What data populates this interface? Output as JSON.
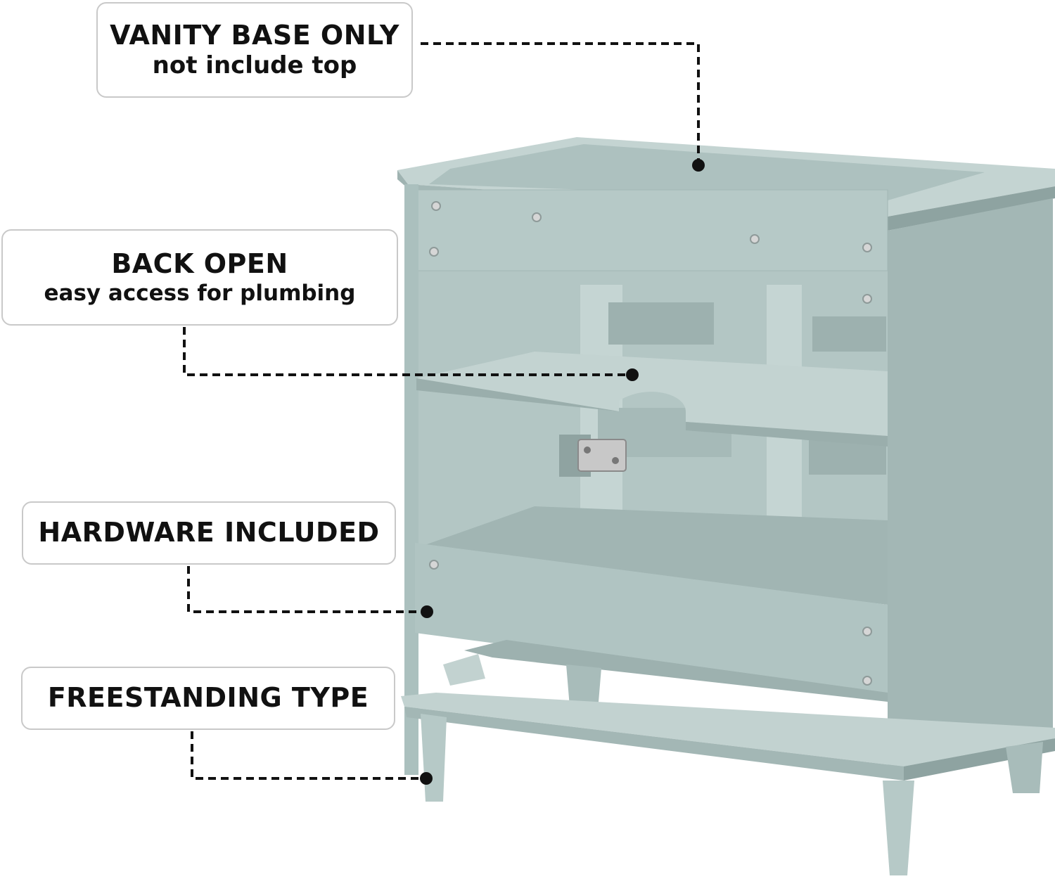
{
  "callouts": {
    "top": {
      "title": "VANITY BASE ONLY",
      "subtitle": "not include top"
    },
    "back": {
      "title": "BACK OPEN",
      "subtitle": "easy access for plumbing"
    },
    "hardware": {
      "title": "HARDWARE INCLUDED"
    },
    "freestanding": {
      "title": "FREESTANDING TYPE"
    }
  },
  "colors": {
    "cabinet_light": "#b9cbc9",
    "cabinet_mid": "#a9bdbb",
    "cabinet_dark": "#93a8a6",
    "cabinet_shadow": "#7f9391",
    "leader_line": "#111111",
    "callout_border": "#c9c9c9"
  }
}
